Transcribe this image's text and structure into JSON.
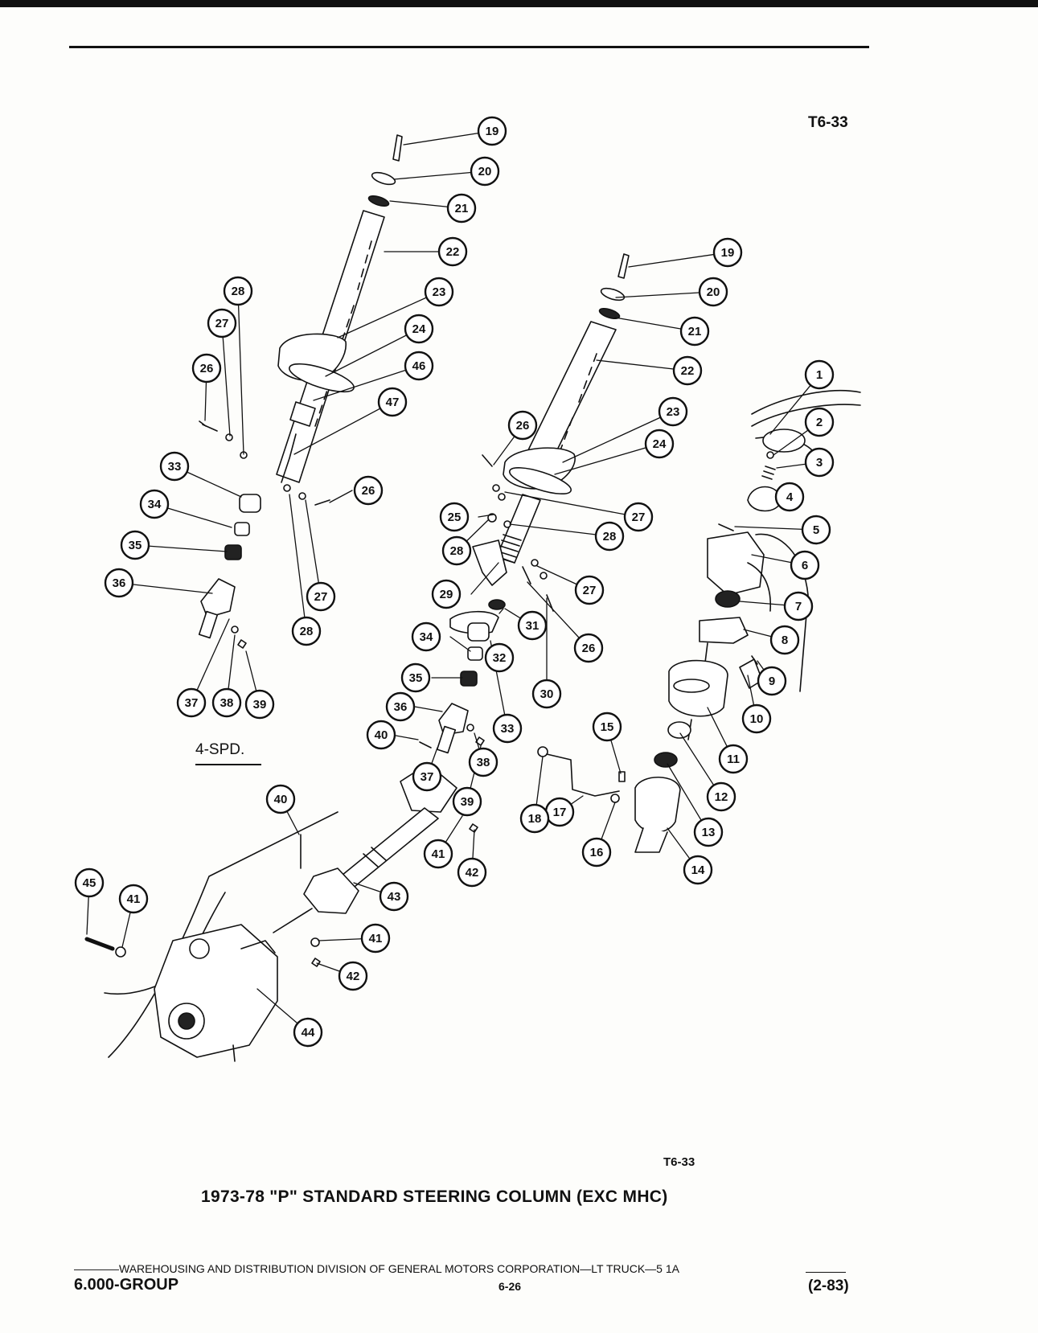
{
  "header": {
    "figure_code_top": "T6-33"
  },
  "figure": {
    "figure_code_bottom": "T6-33",
    "caption": "1973-78 \"P\" STANDARD STEERING COLUMN (EXC MHC)",
    "variant_label": "4-SPD."
  },
  "callouts": [
    "1",
    "2",
    "3",
    "4",
    "5",
    "6",
    "7",
    "8",
    "9",
    "10",
    "11",
    "12",
    "13",
    "14",
    "15",
    "16",
    "17",
    "18",
    "19",
    "20",
    "21",
    "22",
    "23",
    "24",
    "25",
    "26",
    "27",
    "28",
    "29",
    "30",
    "31",
    "32",
    "33",
    "34",
    "35",
    "36",
    "37",
    "38",
    "39",
    "40",
    "41",
    "42",
    "43",
    "44",
    "45",
    "46",
    "47"
  ],
  "footer": {
    "line": "————WAREHOUSING AND DISTRIBUTION  DIVISION OF GENERAL MOTORS CORPORATION—LT TRUCK—5 1A",
    "group": "6.000-GROUP",
    "page": "6-26",
    "date_code": "(2-83)"
  }
}
